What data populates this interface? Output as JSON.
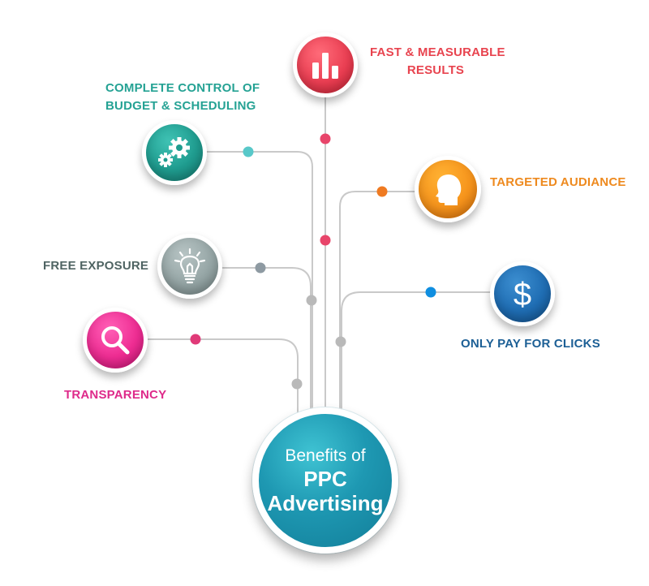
{
  "center": {
    "line1": "Benefits of",
    "line2": "PPC",
    "line3": "Advertising"
  },
  "benefits": {
    "fast_results": {
      "line1": "FAST & MEASURABLE",
      "line2": "RESULTS",
      "color": "#e8444f",
      "icon": "bar-chart-icon"
    },
    "budget_control": {
      "line1": "COMPLETE CONTROL OF",
      "line2": "BUDGET & SCHEDULING",
      "color": "#25a294",
      "icon": "gears-icon"
    },
    "targeted_audience": {
      "label": "TARGETED AUDIANCE",
      "color": "#ee8a1f",
      "icon": "head-profile-icon"
    },
    "free_exposure": {
      "label": "FREE EXPOSURE",
      "color": "#4f6463",
      "icon": "lightbulb-icon"
    },
    "pay_per_click": {
      "label": "ONLY PAY FOR CLICKS",
      "color": "#1c5f95",
      "icon": "dollar-icon"
    },
    "transparency": {
      "label": "TRANSPARENCY",
      "color": "#de2a8a",
      "icon": "magnifier-icon"
    }
  }
}
